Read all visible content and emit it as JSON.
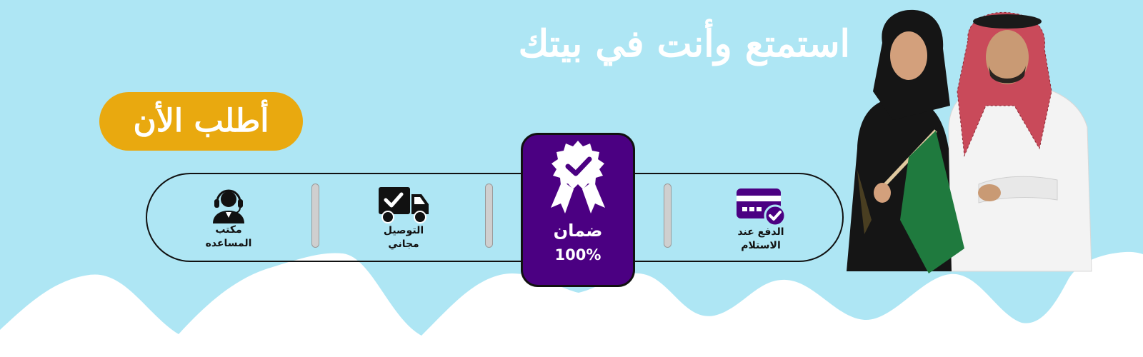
{
  "colors": {
    "sky": "#aee6f4",
    "accent_orange": "#e9a90f",
    "badge_purple": "#4b0082",
    "outline": "#111111",
    "flag_green": "#1f7a3e"
  },
  "hero": {
    "headline": "استمتع وأنت في بيتك"
  },
  "cta": {
    "order_label": "أطلب الأن"
  },
  "features": {
    "payment": {
      "icon": "card-check-icon",
      "line1": "الدفع عند",
      "line2": "الاستلام"
    },
    "guarantee": {
      "icon": "guarantee-badge-icon",
      "title": "ضمان",
      "percent": "100%"
    },
    "delivery": {
      "icon": "delivery-truck-icon",
      "line1": "التوصيل",
      "line2": "مجاني"
    },
    "support": {
      "icon": "headset-agent-icon",
      "line1": "مكتب",
      "line2": "المساعده"
    }
  },
  "people_image": {
    "icon": "saudi-couple-illustration"
  }
}
